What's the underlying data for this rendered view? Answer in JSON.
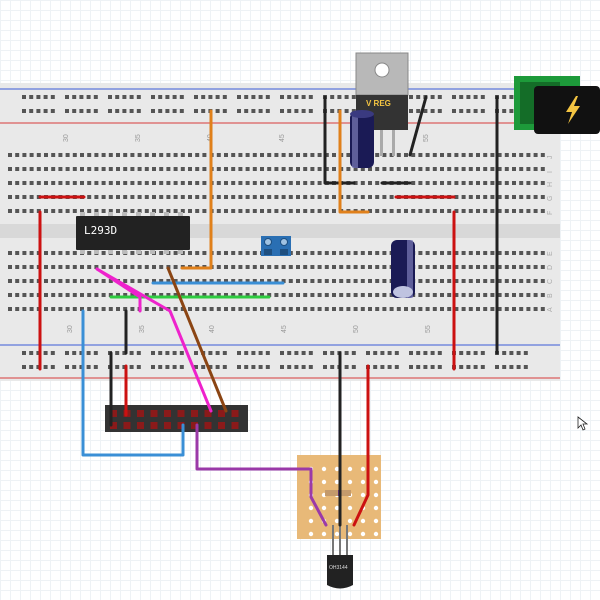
{
  "breadboard": {
    "column_numbers": [
      "30",
      "35",
      "40",
      "45",
      "50",
      "55"
    ],
    "row_letters_top": [
      "J",
      "I",
      "H",
      "G",
      "F"
    ],
    "row_letters_bottom": [
      "E",
      "D",
      "C",
      "B",
      "A"
    ]
  },
  "components": {
    "motor_driver_label": "L293D",
    "regulator_label": "V REG",
    "sensor_label": "OH3144"
  },
  "colors": {
    "red_wire": "#cc1111",
    "black_wire": "#222222",
    "orange_wire": "#e0801a",
    "blue_wire": "#3a8fd6",
    "green_wire": "#2ecc40",
    "magenta_wire": "#ee22cc",
    "brown_wire": "#8b4513",
    "purple_wire": "#9b3aa8",
    "breadboard": "#e9e9e9",
    "stripboard": "#e8b978"
  },
  "icons": {
    "power_jack": "lightning-icon",
    "cursor": "mouse-pointer-icon"
  }
}
